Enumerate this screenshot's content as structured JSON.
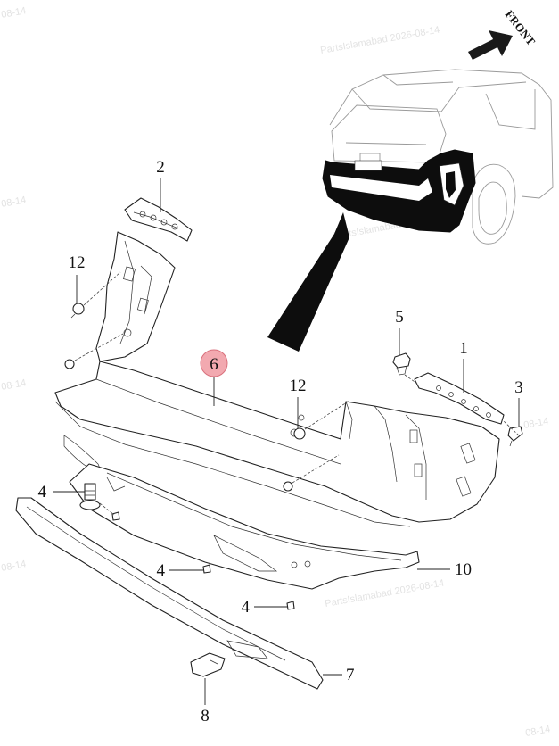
{
  "watermark": {
    "top": "PartsIslamabad  2026-08-14",
    "middle": "PartsIslamabad  2026-08-14",
    "bottom": "PartsIslamabad  2026-08-14",
    "edge_left_1": "08-14",
    "edge_left_2": "08-14",
    "edge_left_3": "08-14",
    "edge_left_4": "08-14",
    "edge_right_1": "08-14",
    "edge_right_2": "08-14"
  },
  "front_label": "FRONT",
  "callouts": {
    "c1": "1",
    "c2": "2",
    "c3": "3",
    "c4a": "4",
    "c4b": "4",
    "c4c": "4",
    "c5": "5",
    "c6": "6",
    "c7": "7",
    "c8": "8",
    "c10": "10",
    "c12a": "12",
    "c12b": "12"
  },
  "colors": {
    "highlight_fill": "#f2a9b0",
    "highlight_stroke": "#d9717d",
    "ink": "#222222"
  }
}
